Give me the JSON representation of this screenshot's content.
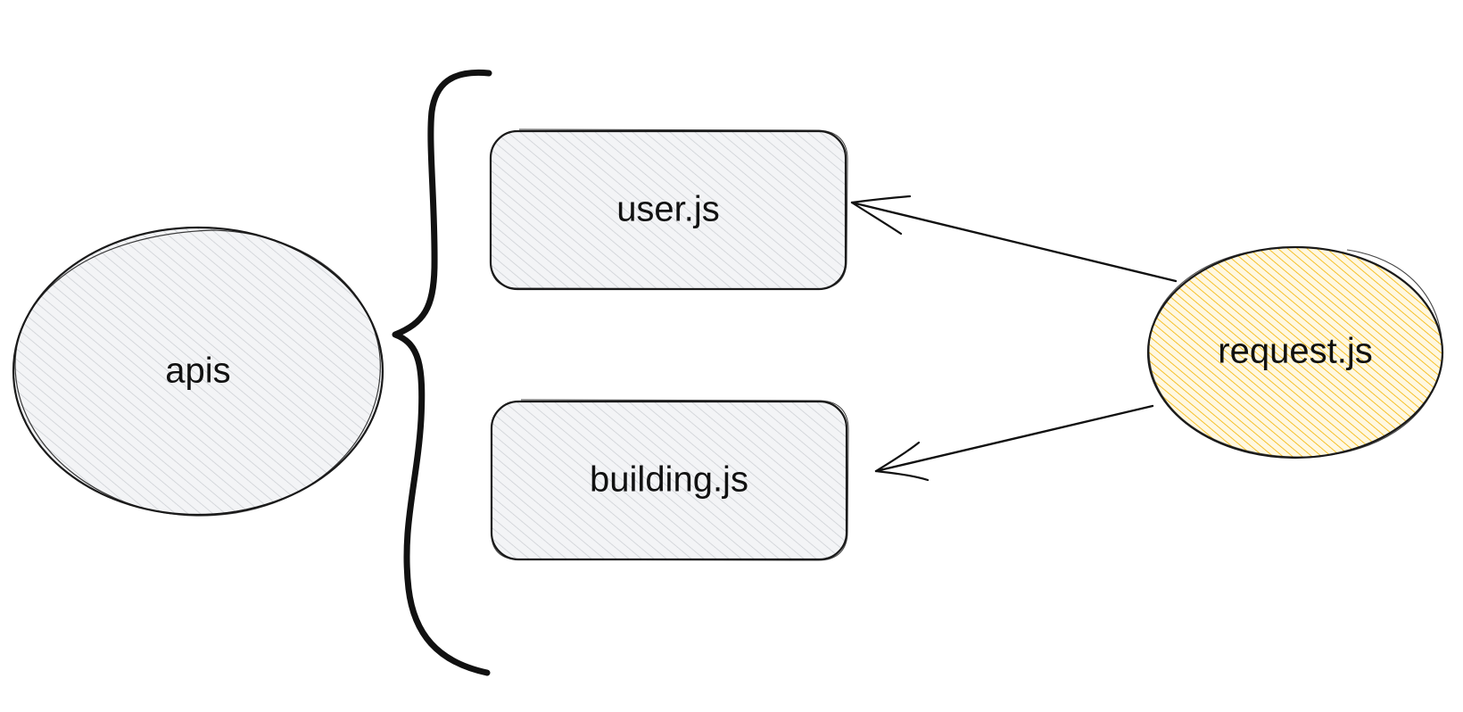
{
  "diagram": {
    "nodes": {
      "apis": {
        "label": "apis"
      },
      "user": {
        "label": "user.js"
      },
      "building": {
        "label": "building.js"
      },
      "request": {
        "label": "request.js"
      }
    },
    "edges": [
      {
        "from": "request",
        "to": "user"
      },
      {
        "from": "request",
        "to": "building"
      }
    ]
  },
  "colors": {
    "stroke": "#1a1a1a",
    "gray_hatch": "#c9ccd1",
    "gray_fill": "#f3f4f6",
    "yellow_hatch": "#f4b400",
    "yellow_fill": "#fff8e1"
  }
}
